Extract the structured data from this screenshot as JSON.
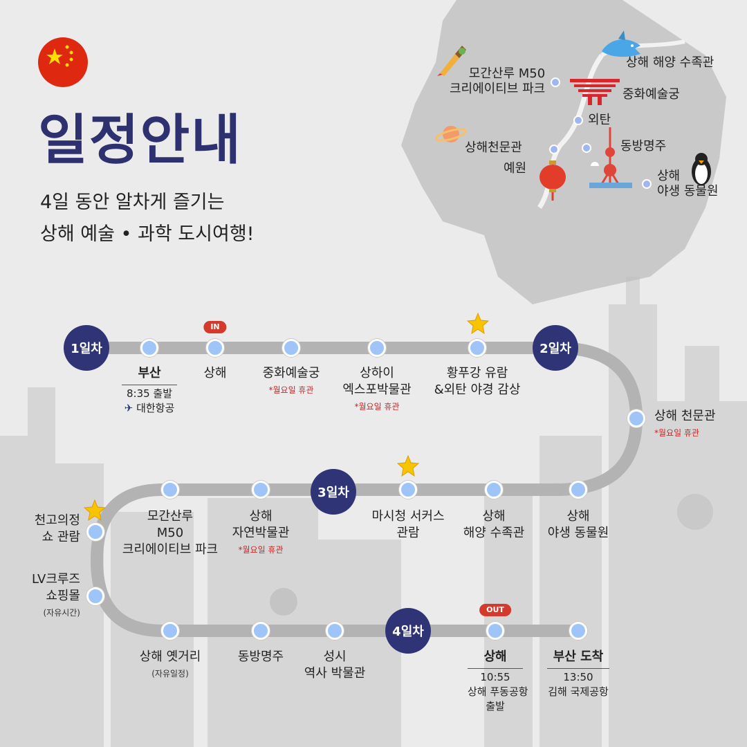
{
  "header": {
    "title": "일정안내",
    "subtitle_line1": "4일 동안 알차게 즐기는",
    "subtitle_line2": "상해 예술 • 과학 도시여행!"
  },
  "colors": {
    "navy": "#2f3477",
    "stop": "#9fc4f7",
    "path": "#b3b3b3",
    "note": "#c62828",
    "pill": "#d33a2c"
  },
  "map": {
    "labels": {
      "aquarium": "상해 해양 수족관",
      "m50_line1": "모간산루 M50",
      "m50_line2": "크리에이티브 파크",
      "palace": "중화예술궁",
      "bund": "외탄",
      "planetarium": "상해천문관",
      "pearl": "동방명주",
      "yuyuan": "예원",
      "zoo_line1": "상해",
      "zoo_line2": "야생 동물원"
    },
    "icons": [
      "paintbrush-icon",
      "shark-icon",
      "palace-icon",
      "saturn-icon",
      "lantern-icon",
      "tower-icon",
      "penguin-icon"
    ]
  },
  "itinerary": {
    "in_badge": "IN",
    "out_badge": "OUT",
    "days": {
      "d1": "1일차",
      "d2": "2일차",
      "d3": "3일차",
      "d4": "4일차"
    },
    "stops": {
      "busan": "부산",
      "busan_time": "8:35 출발",
      "busan_airline": "대한항공",
      "shanghai": "상해",
      "palace": "중화예술궁",
      "palace_note": "*월요일 휴관",
      "expo_line1": "상하이",
      "expo_line2": "엑스포박물관",
      "expo_note": "*월요일 휴관",
      "river_line1": "황푸강 유람",
      "river_line2": "&외탄 야경 감상",
      "planetarium": "상해 천문관",
      "planetarium_note": "*월요일 휴관",
      "zoo_line1": "상해",
      "zoo_line2": "야생 동물원",
      "aquarium_line1": "상해",
      "aquarium_line2": "해양 수족관",
      "circus_line1": "마시청 서커스",
      "circus_line2": "관람",
      "nature_line1": "상해",
      "nature_line2": "자연박물관",
      "nature_note": "*월요일 휴관",
      "m50_line1": "모간산루",
      "m50_line2": "M50",
      "m50_line3": "크리에이티브 파크",
      "show_line1": "천고의정",
      "show_line2": "쇼 관람",
      "lv_line1": "LV크루즈",
      "lv_line2": "쇼핑몰",
      "lv_note": "(자유시간)",
      "oldstreet": "상해 옛거리",
      "oldstreet_note": "(자유일정)",
      "pearl": "동방명주",
      "history_line1": "성시",
      "history_line2": "역사 박물관",
      "depart": "상해",
      "depart_time": "10:55",
      "depart_airport": "상해 푸동공항",
      "depart_label": "출발",
      "arrive": "부산 도착",
      "arrive_time": "13:50",
      "arrive_airport": "김해 국제공항"
    }
  }
}
